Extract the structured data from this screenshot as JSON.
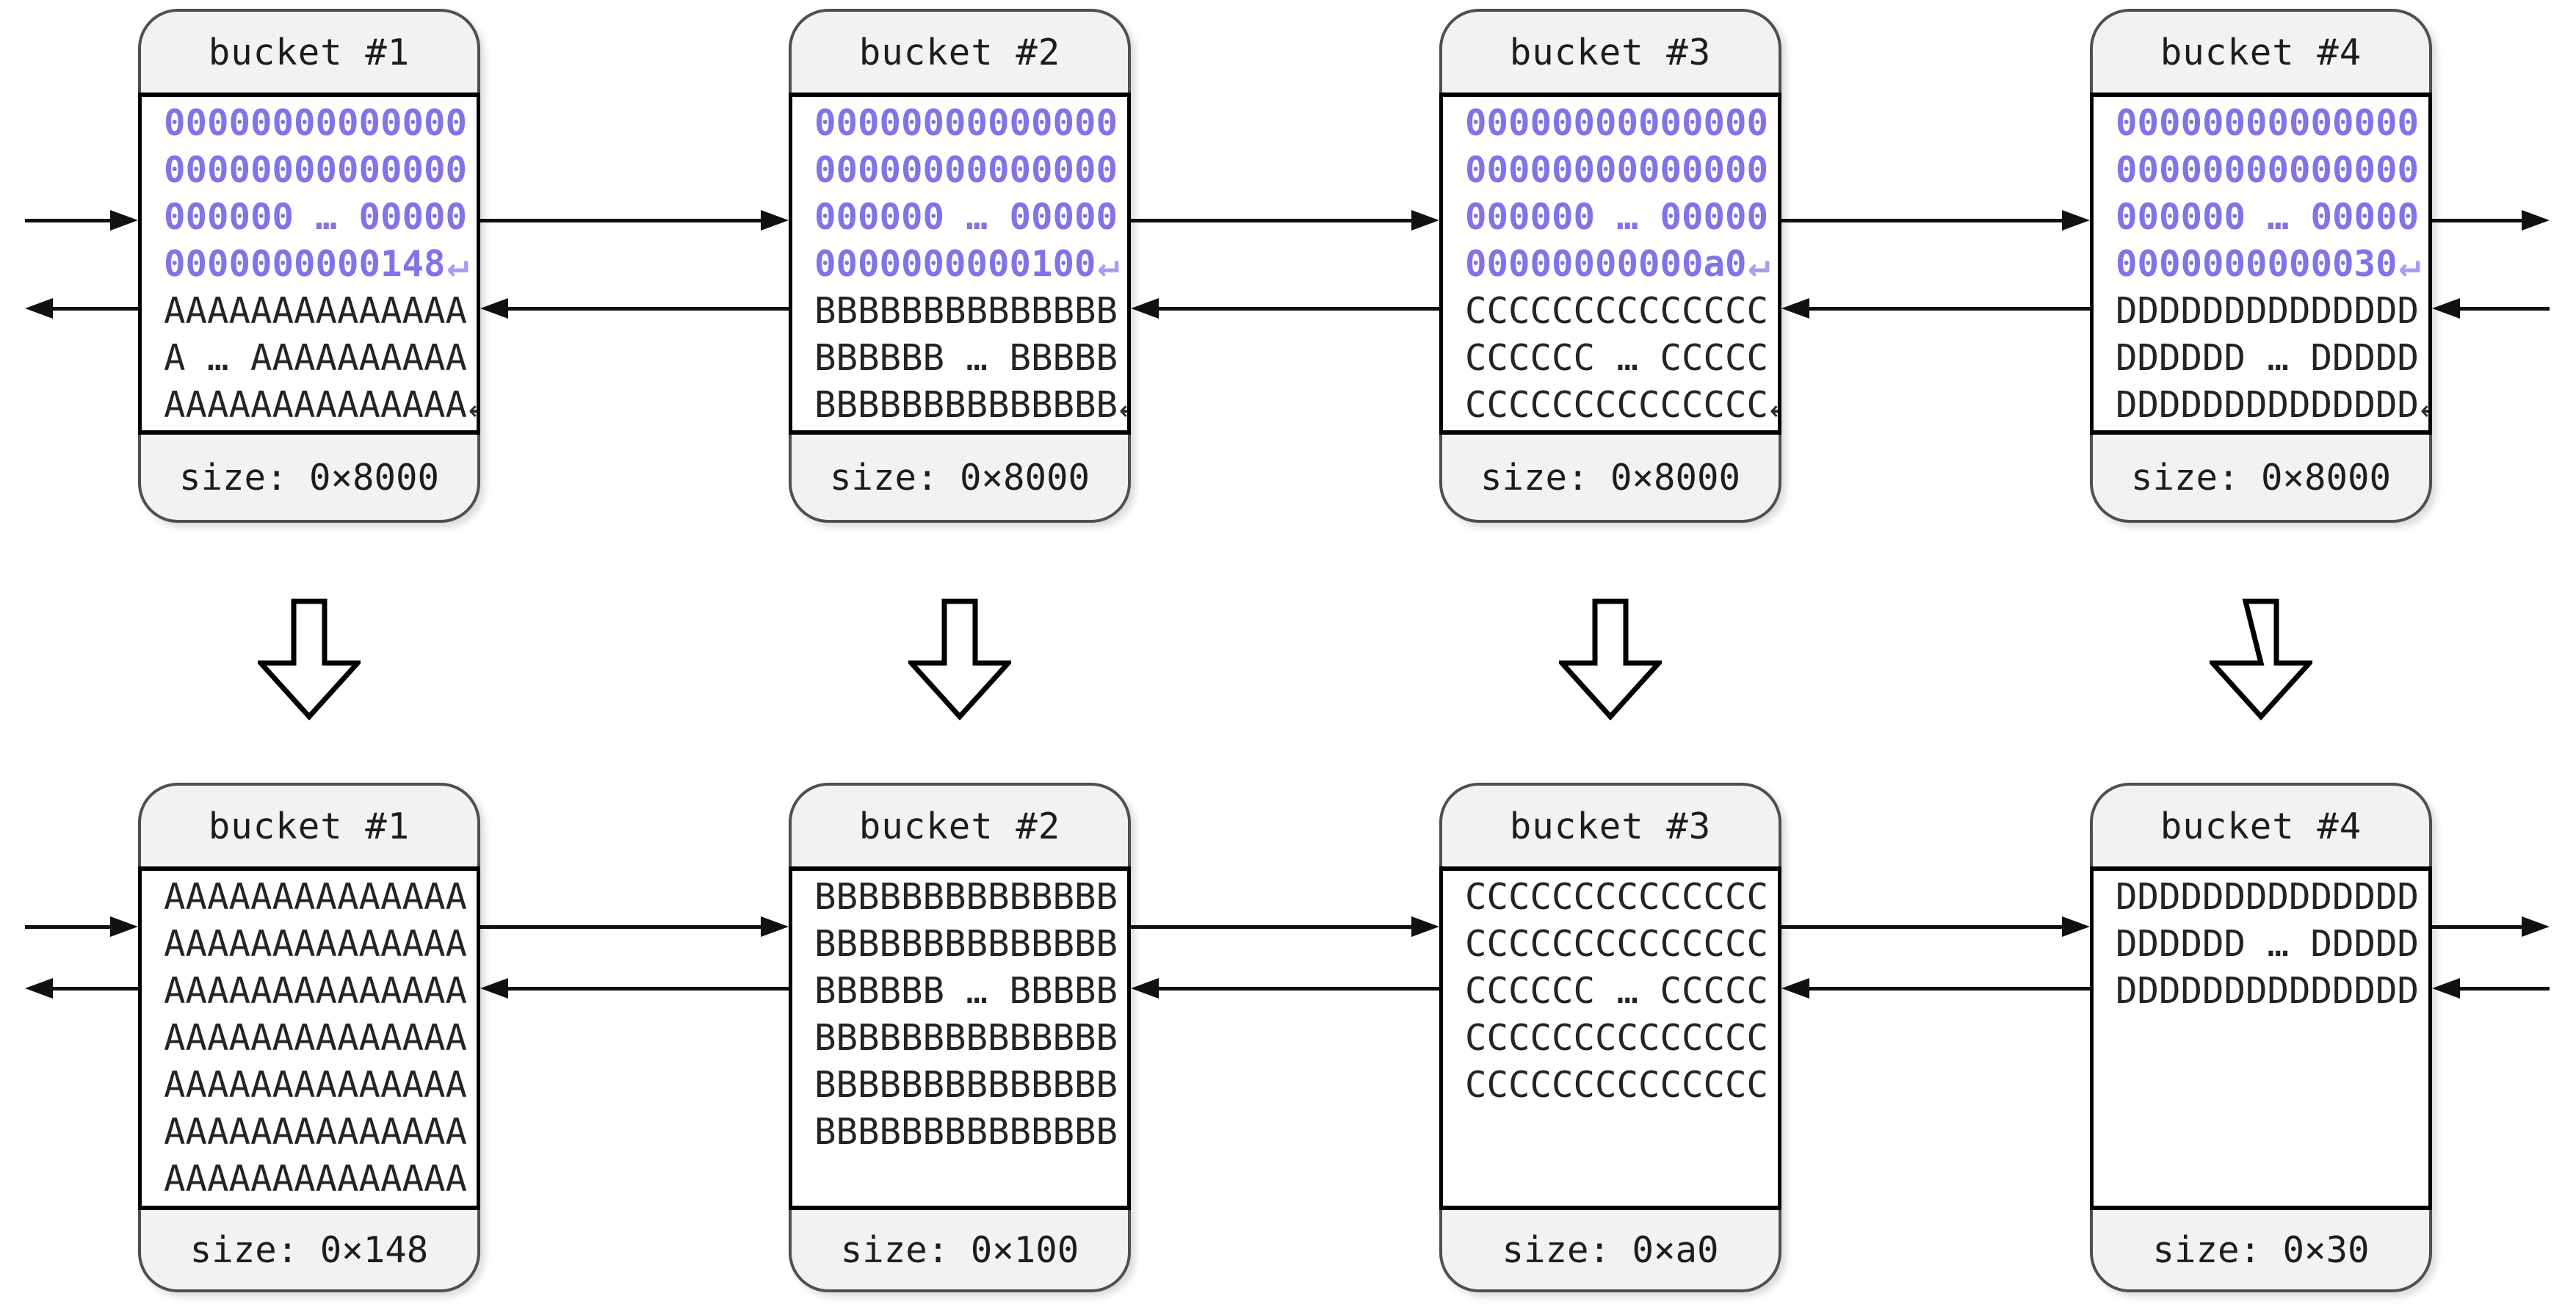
{
  "glyphs": {
    "return_symbol": "↵",
    "down_arrow_icon": "hollow-down-block-arrow",
    "next_pointer_icon": "right-arrow",
    "prev_pointer_icon": "left-arrow"
  },
  "colors": {
    "hex_text": "#8173e8",
    "hex_return": "#a99df1",
    "data_text": "#242424",
    "card_bg": "#f2f2f2",
    "card_border": "#4f4f4f",
    "content_border": "#000000",
    "arrow": "#111111"
  },
  "top_row": [
    {
      "title": "bucket #1",
      "hex_lines": [
        "00000000000000",
        "00000000000000",
        "000000 … 00000",
        "0000000000148"
      ],
      "data_lines": [
        "AAAAAAAAAAAAAA",
        "A … AAAAAAAAAA",
        "AAAAAAAAAAAAAA"
      ],
      "size_label": "size: 0×8000"
    },
    {
      "title": "bucket #2",
      "hex_lines": [
        "00000000000000",
        "00000000000000",
        "000000 … 00000",
        "0000000000100"
      ],
      "data_lines": [
        "BBBBBBBBBBBBBB",
        "BBBBBB … BBBBB",
        "BBBBBBBBBBBBBB"
      ],
      "size_label": "size: 0×8000"
    },
    {
      "title": "bucket #3",
      "hex_lines": [
        "00000000000000",
        "00000000000000",
        "000000 … 00000",
        "00000000000a0"
      ],
      "data_lines": [
        "CCCCCCCCCCCCCC",
        "CCCCCC … CCCCC",
        "CCCCCCCCCCCCCC"
      ],
      "size_label": "size: 0×8000"
    },
    {
      "title": "bucket #4",
      "hex_lines": [
        "00000000000000",
        "00000000000000",
        "000000 … 00000",
        "0000000000030"
      ],
      "data_lines": [
        "DDDDDDDDDDDDDD",
        "DDDDDD … DDDDD",
        "DDDDDDDDDDDDDD"
      ],
      "size_label": "size: 0×8000"
    }
  ],
  "bottom_row": [
    {
      "title": "bucket #1",
      "lines": [
        "AAAAAAAAAAAAAA",
        "AAAAAAAAAAAAAA",
        "AAAAAAAAAAAAAA",
        "AAAAAAAAAAAAAA",
        "AAAAAAAAAAAAAA",
        "AAAAAAAAAAAAAA",
        "AAAAAAAAAAAAAA"
      ],
      "size_label": "size: 0×148"
    },
    {
      "title": "bucket #2",
      "lines": [
        "BBBBBBBBBBBBBB",
        "BBBBBBBBBBBBBB",
        "BBBBBB … BBBBB",
        "BBBBBBBBBBBBBB",
        "BBBBBBBBBBBBBB",
        "BBBBBBBBBBBBBB"
      ],
      "size_label": "size: 0×100"
    },
    {
      "title": "bucket #3",
      "lines": [
        "CCCCCCCCCCCCCC",
        "CCCCCCCCCCCCCC",
        "CCCCCC … CCCCC",
        "CCCCCCCCCCCCCC",
        "CCCCCCCCCCCCCC"
      ],
      "size_label": "size: 0×a0"
    },
    {
      "title": "bucket #4",
      "lines": [
        "DDDDDDDDDDDDDD",
        "DDDDDD … DDDDD",
        "DDDDDDDDDDDDDD"
      ],
      "size_label": "size: 0×30"
    }
  ]
}
